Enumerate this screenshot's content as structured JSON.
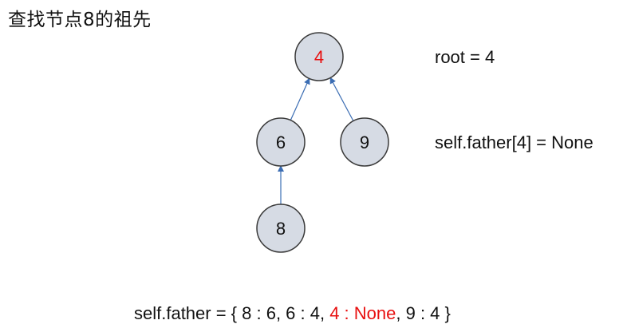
{
  "title": "查找节点8的祖先",
  "colors": {
    "node_fill": "#d6dbe4",
    "node_stroke": "#3a3a3a",
    "edge": "#3b6db3",
    "highlight": "#e81010",
    "text": "#111111"
  },
  "tree": {
    "nodes": [
      {
        "id": "n4",
        "label": "4",
        "highlight": true
      },
      {
        "id": "n6",
        "label": "6",
        "highlight": false
      },
      {
        "id": "n9",
        "label": "9",
        "highlight": false
      },
      {
        "id": "n8",
        "label": "8",
        "highlight": false
      }
    ],
    "edges": [
      {
        "from": "n6",
        "to": "n4"
      },
      {
        "from": "n9",
        "to": "n4"
      },
      {
        "from": "n8",
        "to": "n6"
      }
    ]
  },
  "annotations": {
    "root": "root = 4",
    "father_of_root": "self.father[4]  = None"
  },
  "dict_line": {
    "prefix": "self.father  = { 8 : 6, 6 : 4, ",
    "highlight": "4 : None",
    "suffix": ", 9 : 4 }"
  }
}
